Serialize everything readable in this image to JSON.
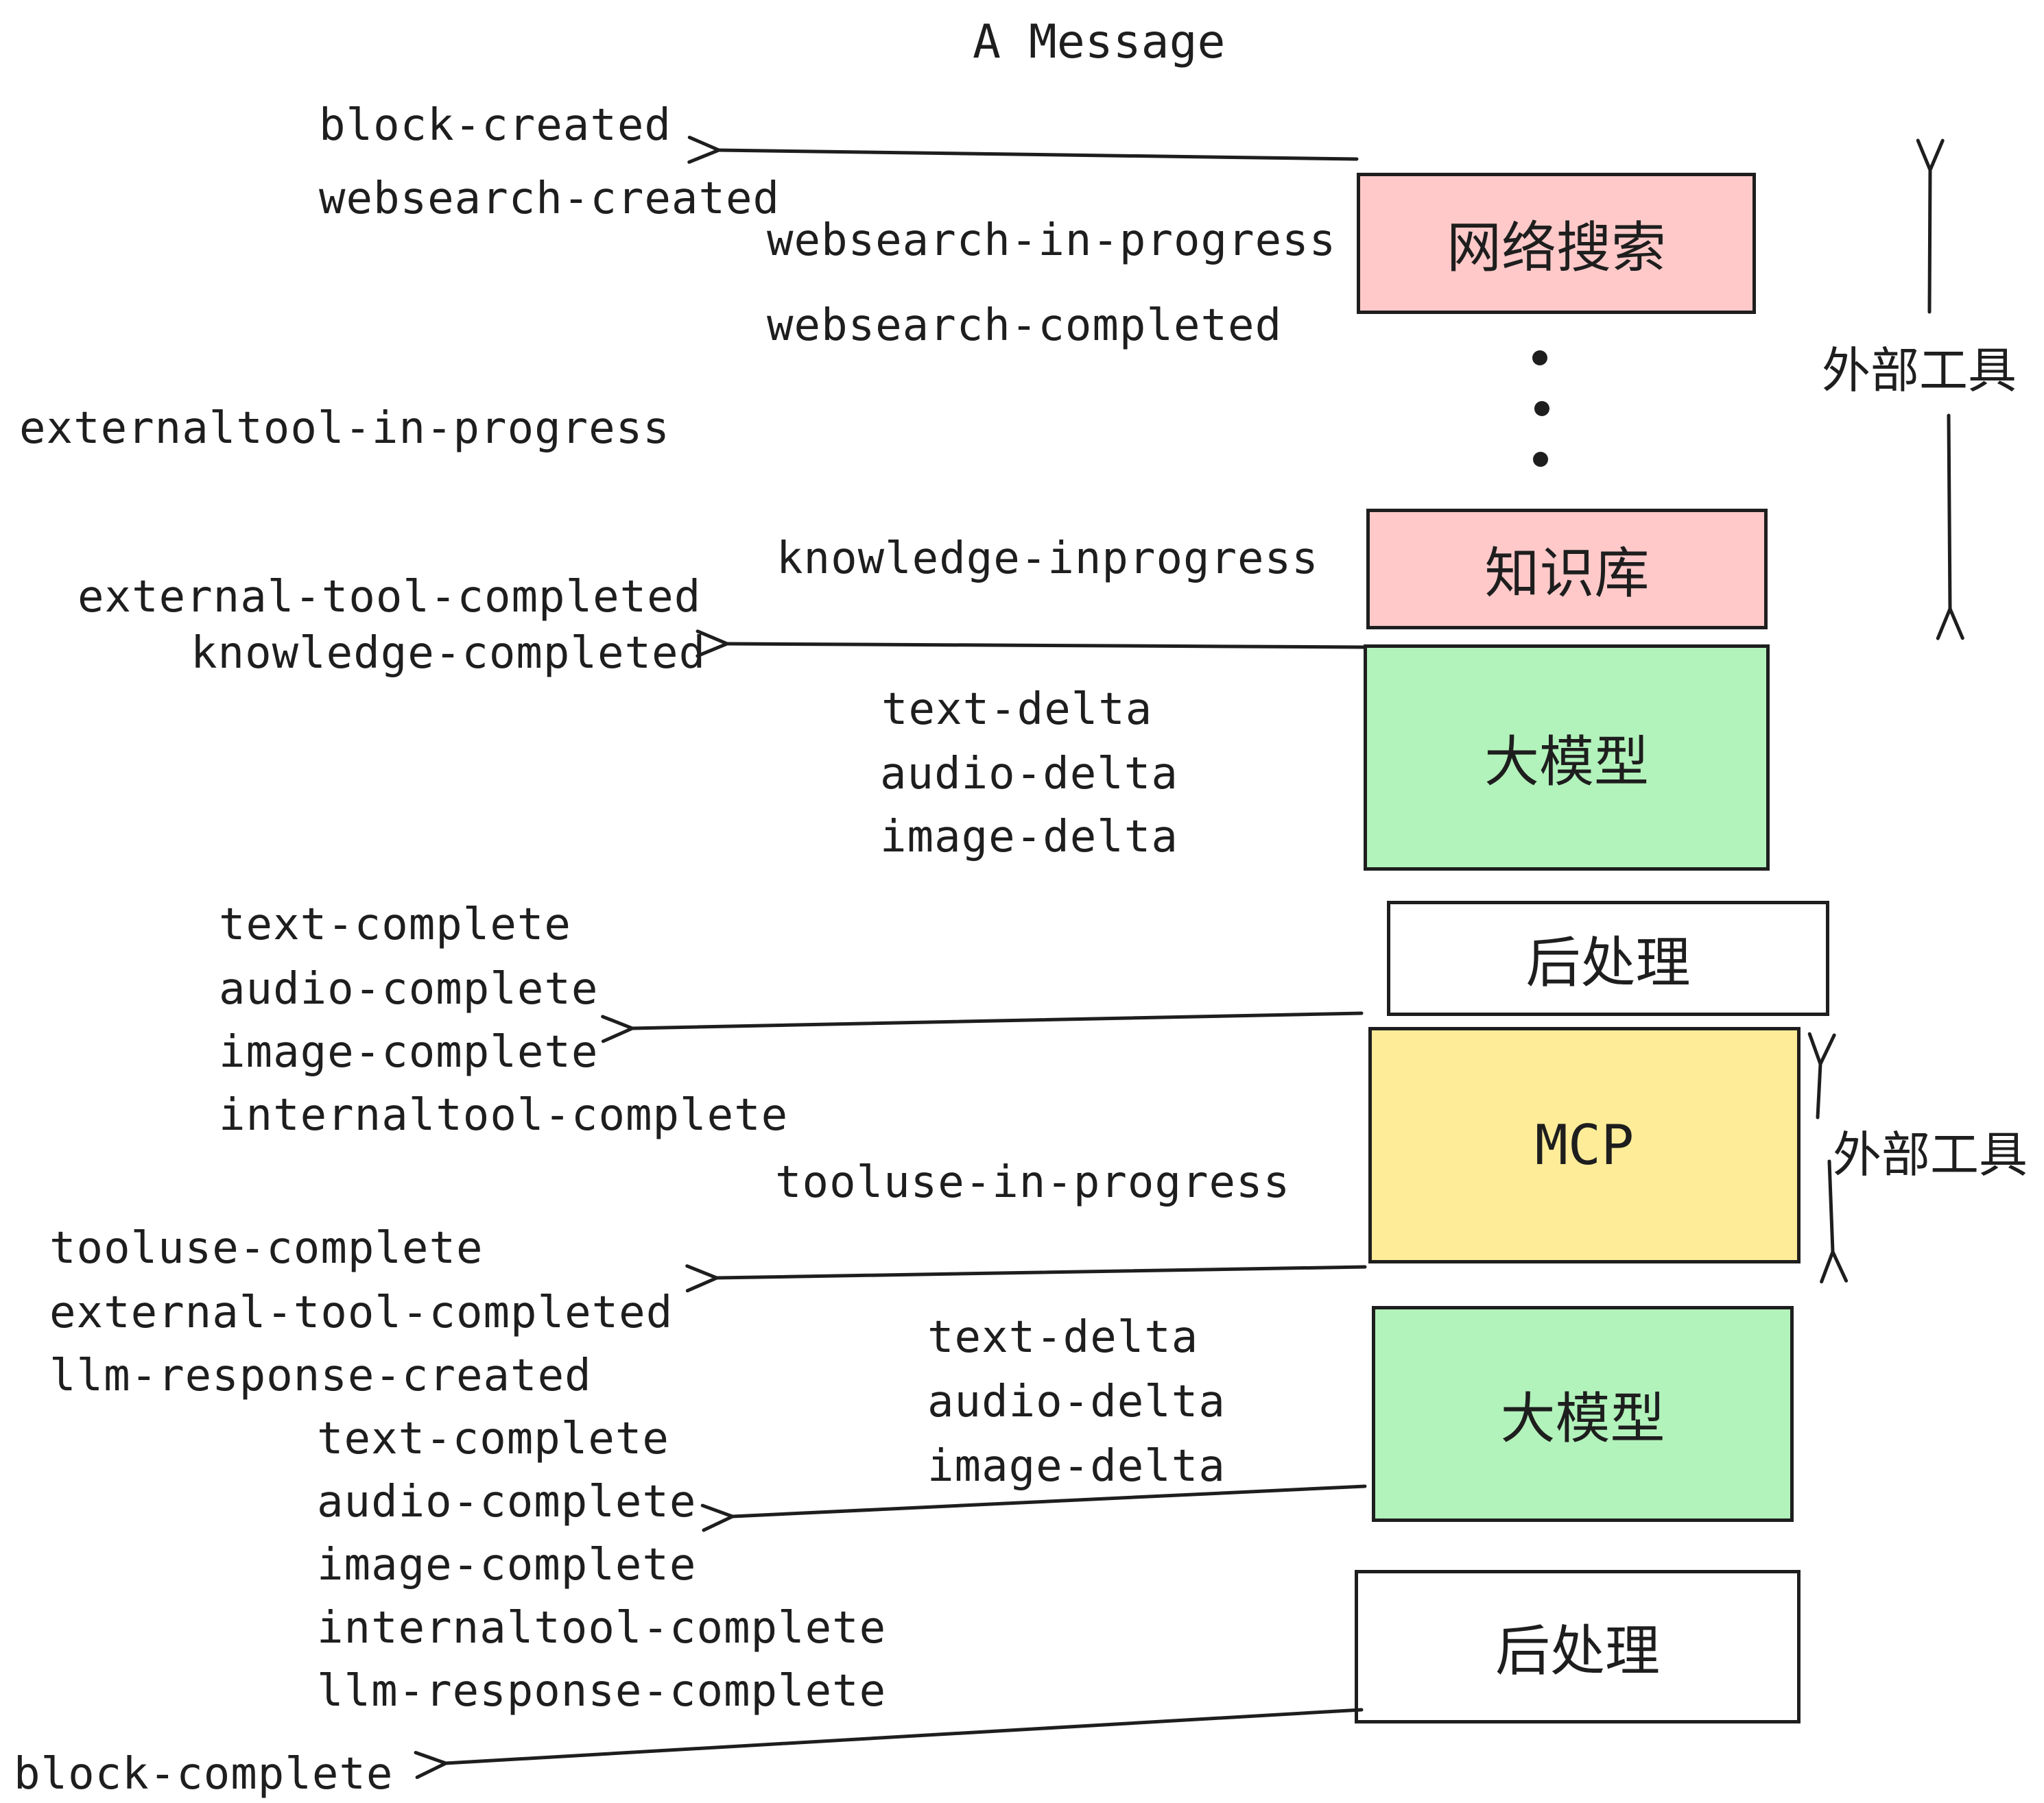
{
  "title": "A Message",
  "events": [
    "block-created",
    "websearch-created",
    "websearch-in-progress",
    "websearch-completed",
    "externaltool-in-progress",
    "knowledge-inprogress",
    "external-tool-completed",
    "knowledge-completed",
    "text-delta",
    "audio-delta",
    "image-delta",
    "text-complete",
    "audio-complete",
    "image-complete",
    "internaltool-complete",
    "tooluse-in-progress",
    "tooluse-complete",
    "external-tool-completed",
    "llm-response-created",
    "text-complete",
    "audio-complete",
    "image-complete",
    "internaltool-complete",
    "llm-response-complete",
    "text-delta",
    "audio-delta",
    "image-delta",
    "block-complete"
  ],
  "boxes": [
    {
      "label": "网络搜索",
      "color": "#ffc9c9"
    },
    {
      "label": "知识库",
      "color": "#ffc9c9"
    },
    {
      "label": "大模型",
      "color": "#b2f2bb"
    },
    {
      "label": "后处理",
      "color": "#ffffff"
    },
    {
      "label": "MCP",
      "color": "#ffec99"
    },
    {
      "label": "大模型",
      "color": "#b2f2bb"
    },
    {
      "label": "后处理",
      "color": "#ffffff"
    }
  ],
  "side_labels": [
    "外部工具",
    "外部工具"
  ],
  "colors": {
    "ink": "#1e1e1e",
    "pink": "#ffc9c9",
    "green": "#b2f2bb",
    "yellow": "#ffec99",
    "white": "#ffffff",
    "background": "#ffffff"
  }
}
